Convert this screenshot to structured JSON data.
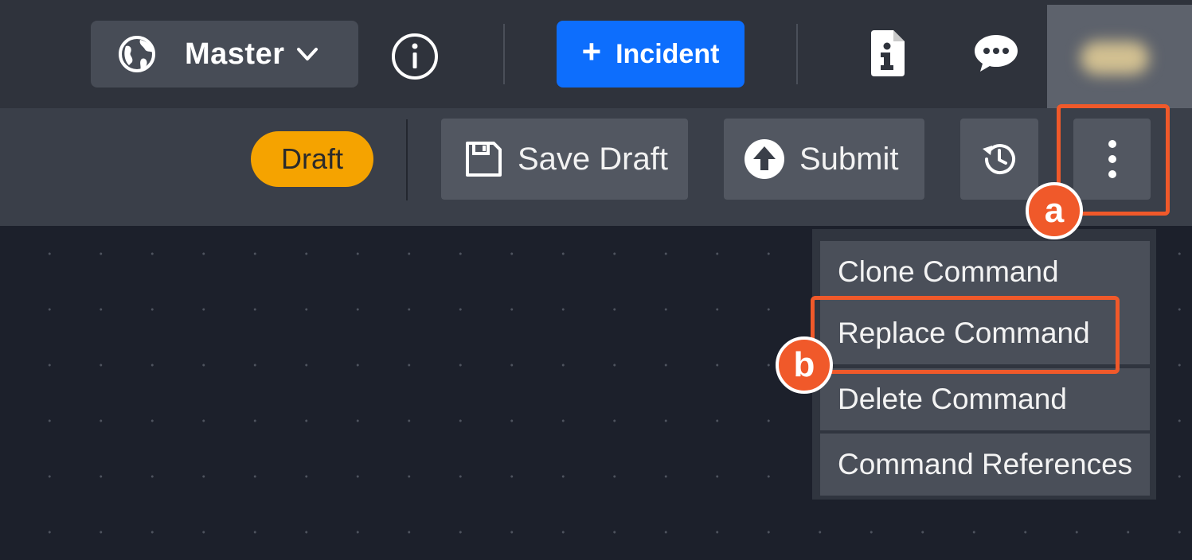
{
  "topbar": {
    "environment_label": "Master",
    "incident_label": "Incident",
    "incident_plus": "+"
  },
  "toolbar": {
    "status_badge": "Draft",
    "save_draft_label": "Save Draft",
    "submit_label": "Submit"
  },
  "menu": {
    "items": [
      {
        "label": "Clone Command"
      },
      {
        "label": "Replace Command"
      },
      {
        "label": "Delete Command"
      },
      {
        "label": "Command References"
      }
    ]
  },
  "annotations": {
    "a": "a",
    "b": "b"
  },
  "colors": {
    "topbar_bg": "#2f333c",
    "toolbar_bg": "#3a3f49",
    "canvas_bg": "#1c202b",
    "primary_button": "#0d6efd",
    "draft_badge": "#f5a300",
    "annotation": "#f0592a"
  },
  "icons": {
    "environment": "globe-icon",
    "environment_dropdown": "chevron-down-icon",
    "help": "info-circle-icon",
    "document_info": "document-info-icon",
    "chat": "chat-bubble-icon",
    "save": "floppy-disk-icon",
    "submit": "upload-arrow-circle-icon",
    "history": "history-clock-icon",
    "more": "kebab-vertical-icon"
  }
}
